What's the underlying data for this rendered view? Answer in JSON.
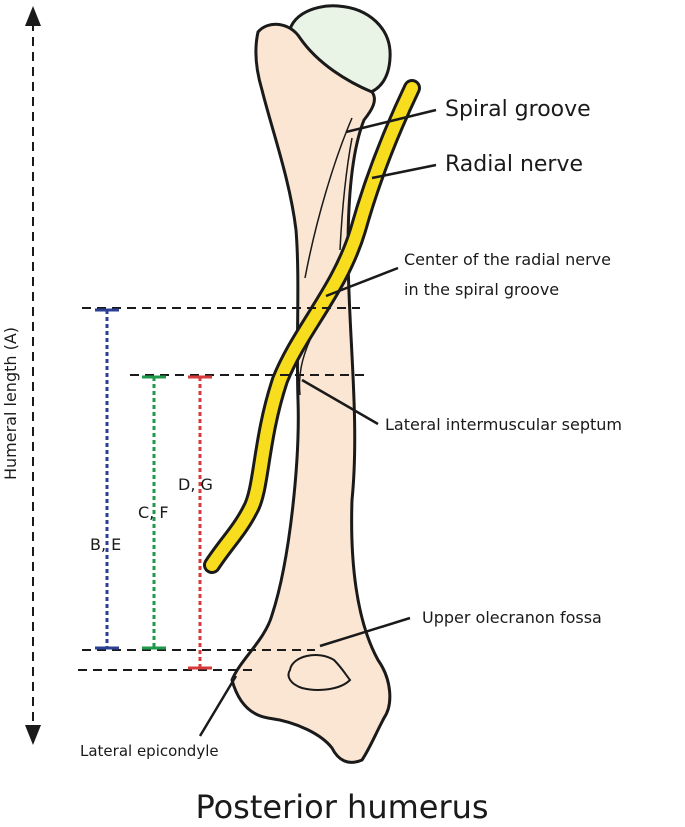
{
  "labels": {
    "spiral_groove": "Spiral groove",
    "radial_nerve": "Radial nerve",
    "center_line1": "Center of the radial nerve",
    "center_line2": "in the spiral groove",
    "lateral_septum": "Lateral intermuscular septum",
    "upper_olecranon": "Upper olecranon fossa",
    "lateral_epicondyle": "Lateral epicondyle",
    "humeral_length": "Humeral length (A)",
    "measure_be": "B, E",
    "measure_cf": "C, F",
    "measure_dg": "D, G",
    "title": "Posterior humerus"
  },
  "colors": {
    "bone_fill": "#fbe5d3",
    "head_fill": "#e9f3e6",
    "nerve_fill": "#f7dd1e",
    "outline": "#1a1a1a",
    "measure_be": "#2b3f93",
    "measure_cf": "#1f9a4a",
    "measure_dg": "#d63a3a"
  }
}
